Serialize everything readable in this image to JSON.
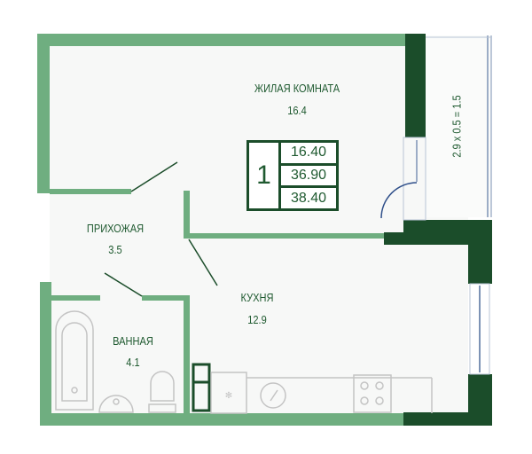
{
  "rooms": {
    "living": {
      "name": "ЖИЛАЯ КОМНАТА",
      "area": "16.4"
    },
    "hallway": {
      "name": "ПРИХОЖАЯ",
      "area": "3.5"
    },
    "kitchen": {
      "name": "КУХНЯ",
      "area": "12.9"
    },
    "bathroom": {
      "name": "ВАННАЯ",
      "area": "4.1"
    },
    "balcony": {
      "formula": "2.9 x 0.5 = 1.5"
    }
  },
  "summary": {
    "rooms_count": "1",
    "living_area": "16.40",
    "total_area": "36.90",
    "total_with_balcony": "38.40"
  },
  "colors": {
    "wall_light": "#6fae80",
    "wall_dark": "#1b4d2a",
    "text": "#1f5a30",
    "window": "#7d93b5"
  }
}
